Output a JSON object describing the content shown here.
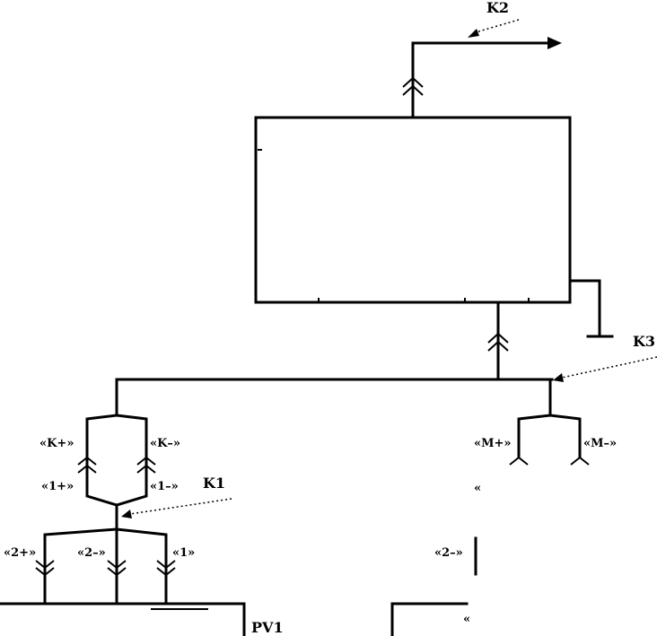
{
  "labels": {
    "k2": "K2",
    "k3": "K3",
    "k1": "K1",
    "pv1": "PV1",
    "k_plus": "«K+»",
    "k_minus": "«K–»",
    "one_plus": "«1+»",
    "one_minus": "«1–»",
    "two_plus": "«2+»",
    "two_minus": "«2–»",
    "one_low": "«1»",
    "m_plus": "«M+»",
    "m_minus": "«M–»",
    "two_minus_right": "«2–»"
  },
  "colors": {
    "line": "#000000",
    "background": "#ffffff"
  }
}
